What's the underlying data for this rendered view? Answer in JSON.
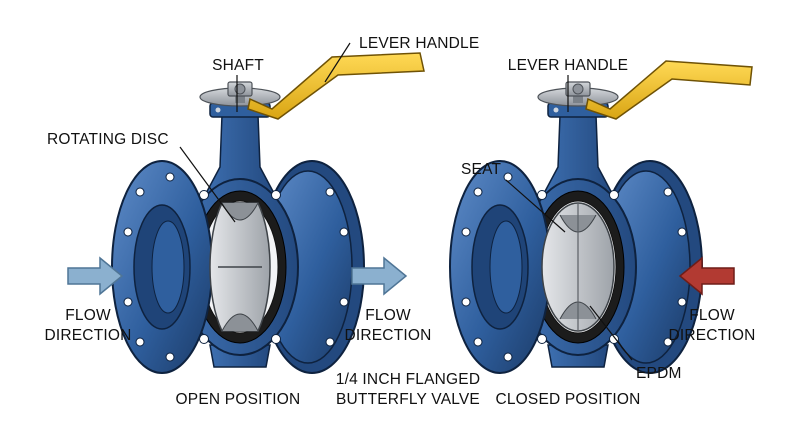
{
  "title": "1/4 INCH FLANGED\nBUTTERFLY VALVE",
  "title_lines": [
    "1/4 INCH FLANGED",
    "BUTTERFLY VALVE"
  ],
  "left_valve": {
    "caption": "OPEN POSITION",
    "labels": {
      "lever_handle": "LEVER HANDLE",
      "shaft": "SHAFT",
      "rotating_disc": "ROTATING DISC"
    },
    "flow_in": [
      "FLOW",
      "DIRECTION"
    ],
    "flow_out": [
      "FLOW",
      "DIRECTION"
    ]
  },
  "right_valve": {
    "caption": "CLOSED POSITION",
    "labels": {
      "lever_handle": "LEVER HANDLE",
      "seat": "SEAT",
      "epdm": "EPDM"
    },
    "flow_blocked": [
      "FLOW",
      "DIRECTION"
    ]
  },
  "colors": {
    "body_blue": "#2f5f9e",
    "body_dark": "#1b3a66",
    "body_light": "#5f8cc8",
    "handle_yellow": "#f2c12e",
    "disc_gray": "#c9ccd0",
    "metal": "#a9aeb5",
    "seat_black": "#1c1c1c",
    "arrow_blue": "#8bb0cf",
    "arrow_red": "#b23a32"
  }
}
